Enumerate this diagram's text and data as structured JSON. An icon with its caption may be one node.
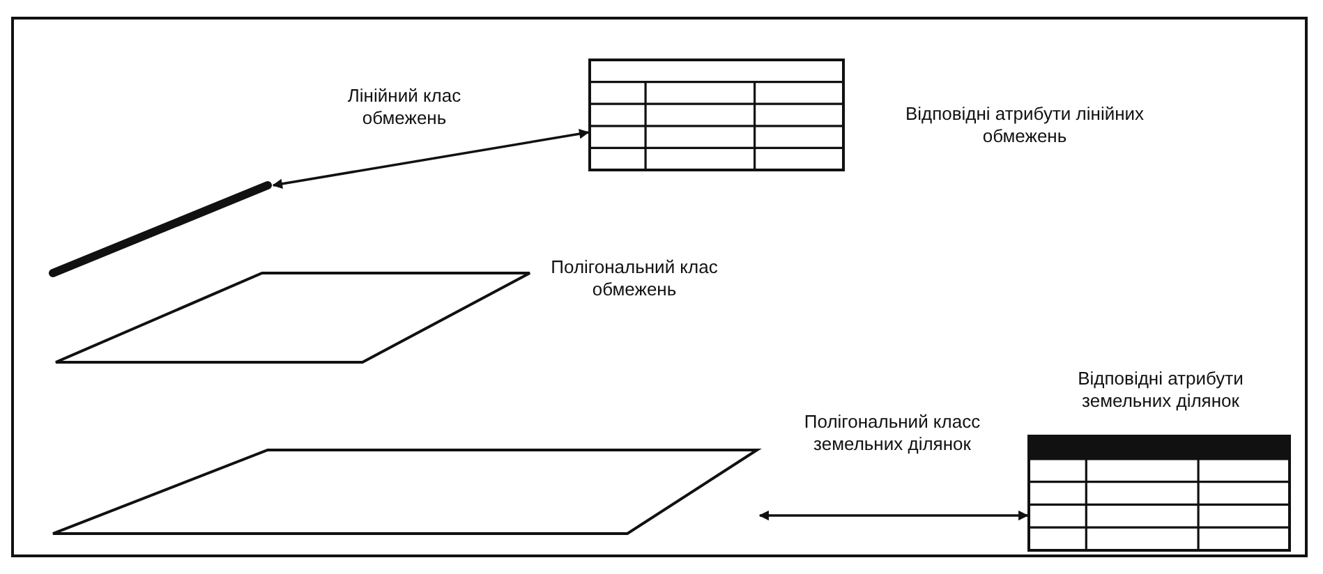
{
  "diagram": {
    "nodes": [
      {
        "text": [],
        "shape": "table",
        "beside": [
          "Відповідні атрибути лінійних обмежень"
        ]
      },
      {
        "text": [],
        "shape": "line"
      },
      {
        "text": [],
        "shape": "parallelogram",
        "beside": [
          "Полігональний клас обмежень"
        ]
      },
      {
        "text": [],
        "shape": "parallelogram"
      },
      {
        "text": [],
        "shape": "table",
        "beside": [
          "Відповідні атрибути земельних ділянок"
        ]
      }
    ],
    "edges": [
      {
        "from": 1,
        "to": 0,
        "arrow": "both"
      },
      {
        "from": 3,
        "to": 4,
        "arrow": "both"
      }
    ],
    "labels": [
      "Лінійний клас обмежень",
      "Полігональний класс земельних ділянок"
    ]
  }
}
